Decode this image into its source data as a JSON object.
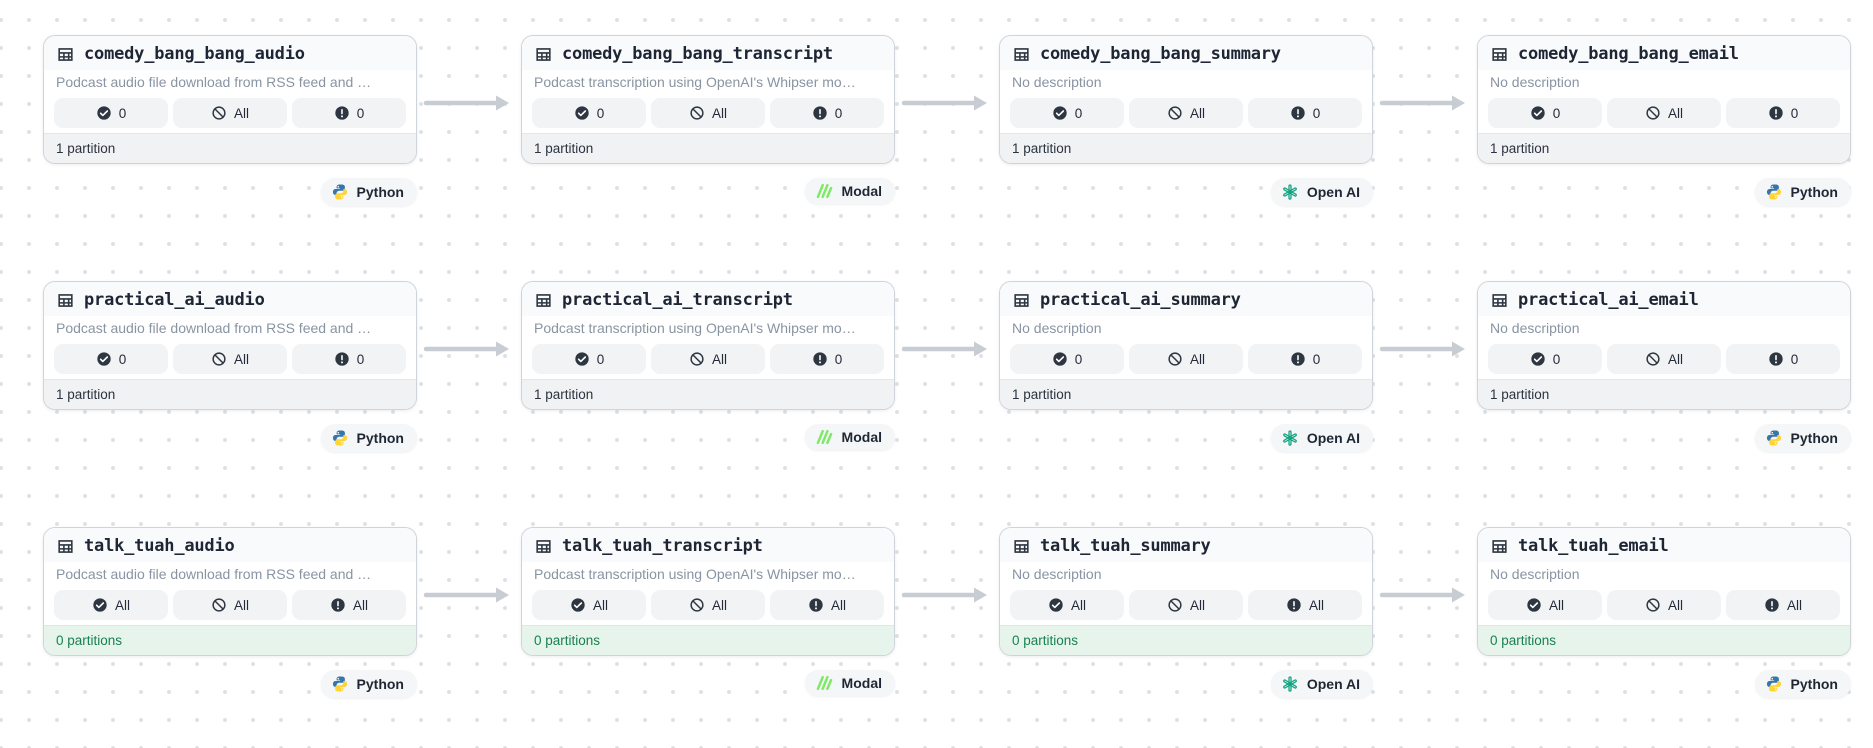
{
  "graph": {
    "nodes": [
      {
        "title": "comedy_bang_bang_audio",
        "description": "Podcast audio file download from RSS feed and …",
        "stats": [
          {
            "icon": "check-circle",
            "value": "0"
          },
          {
            "icon": "slash-circle",
            "value": "All"
          },
          {
            "icon": "alert-circle",
            "value": "0"
          }
        ],
        "footer": "1 partition",
        "footer_state": "default",
        "tag": {
          "icon": "python",
          "label": "Python"
        },
        "row": 0,
        "col": 0
      },
      {
        "title": "comedy_bang_bang_transcript",
        "description": "Podcast transcription using OpenAI's Whipser mo…",
        "stats": [
          {
            "icon": "check-circle",
            "value": "0"
          },
          {
            "icon": "slash-circle",
            "value": "All"
          },
          {
            "icon": "alert-circle",
            "value": "0"
          }
        ],
        "footer": "1 partition",
        "footer_state": "default",
        "tag": {
          "icon": "modal",
          "label": "Modal"
        },
        "row": 0,
        "col": 1
      },
      {
        "title": "comedy_bang_bang_summary",
        "description": "No description",
        "stats": [
          {
            "icon": "check-circle",
            "value": "0"
          },
          {
            "icon": "slash-circle",
            "value": "All"
          },
          {
            "icon": "alert-circle",
            "value": "0"
          }
        ],
        "footer": "1 partition",
        "footer_state": "default",
        "tag": {
          "icon": "openai",
          "label": "Open AI"
        },
        "row": 0,
        "col": 2
      },
      {
        "title": "comedy_bang_bang_email",
        "description": "No description",
        "stats": [
          {
            "icon": "check-circle",
            "value": "0"
          },
          {
            "icon": "slash-circle",
            "value": "All"
          },
          {
            "icon": "alert-circle",
            "value": "0"
          }
        ],
        "footer": "1 partition",
        "footer_state": "default",
        "tag": {
          "icon": "python",
          "label": "Python"
        },
        "row": 0,
        "col": 3
      },
      {
        "title": "practical_ai_audio",
        "description": "Podcast audio file download from RSS feed and …",
        "stats": [
          {
            "icon": "check-circle",
            "value": "0"
          },
          {
            "icon": "slash-circle",
            "value": "All"
          },
          {
            "icon": "alert-circle",
            "value": "0"
          }
        ],
        "footer": "1 partition",
        "footer_state": "default",
        "tag": {
          "icon": "python",
          "label": "Python"
        },
        "row": 1,
        "col": 0
      },
      {
        "title": "practical_ai_transcript",
        "description": "Podcast transcription using OpenAI's Whipser mo…",
        "stats": [
          {
            "icon": "check-circle",
            "value": "0"
          },
          {
            "icon": "slash-circle",
            "value": "All"
          },
          {
            "icon": "alert-circle",
            "value": "0"
          }
        ],
        "footer": "1 partition",
        "footer_state": "default",
        "tag": {
          "icon": "modal",
          "label": "Modal"
        },
        "row": 1,
        "col": 1
      },
      {
        "title": "practical_ai_summary",
        "description": "No description",
        "stats": [
          {
            "icon": "check-circle",
            "value": "0"
          },
          {
            "icon": "slash-circle",
            "value": "All"
          },
          {
            "icon": "alert-circle",
            "value": "0"
          }
        ],
        "footer": "1 partition",
        "footer_state": "default",
        "tag": {
          "icon": "openai",
          "label": "Open AI"
        },
        "row": 1,
        "col": 2
      },
      {
        "title": "practical_ai_email",
        "description": "No description",
        "stats": [
          {
            "icon": "check-circle",
            "value": "0"
          },
          {
            "icon": "slash-circle",
            "value": "All"
          },
          {
            "icon": "alert-circle",
            "value": "0"
          }
        ],
        "footer": "1 partition",
        "footer_state": "default",
        "tag": {
          "icon": "python",
          "label": "Python"
        },
        "row": 1,
        "col": 3
      },
      {
        "title": "talk_tuah_audio",
        "description": "Podcast audio file download from RSS feed and …",
        "stats": [
          {
            "icon": "check-circle",
            "value": "All"
          },
          {
            "icon": "slash-circle",
            "value": "All"
          },
          {
            "icon": "alert-circle",
            "value": "All"
          }
        ],
        "footer": "0 partitions",
        "footer_state": "empty-green",
        "tag": {
          "icon": "python",
          "label": "Python"
        },
        "row": 2,
        "col": 0
      },
      {
        "title": "talk_tuah_transcript",
        "description": "Podcast transcription using OpenAI's Whipser mo…",
        "stats": [
          {
            "icon": "check-circle",
            "value": "All"
          },
          {
            "icon": "slash-circle",
            "value": "All"
          },
          {
            "icon": "alert-circle",
            "value": "All"
          }
        ],
        "footer": "0 partitions",
        "footer_state": "empty-green",
        "tag": {
          "icon": "modal",
          "label": "Modal"
        },
        "row": 2,
        "col": 1
      },
      {
        "title": "talk_tuah_summary",
        "description": "No description",
        "stats": [
          {
            "icon": "check-circle",
            "value": "All"
          },
          {
            "icon": "slash-circle",
            "value": "All"
          },
          {
            "icon": "alert-circle",
            "value": "All"
          }
        ],
        "footer": "0 partitions",
        "footer_state": "empty-green",
        "tag": {
          "icon": "openai",
          "label": "Open AI"
        },
        "row": 2,
        "col": 2
      },
      {
        "title": "talk_tuah_email",
        "description": "No description",
        "stats": [
          {
            "icon": "check-circle",
            "value": "All"
          },
          {
            "icon": "slash-circle",
            "value": "All"
          },
          {
            "icon": "alert-circle",
            "value": "All"
          }
        ],
        "footer": "0 partitions",
        "footer_state": "empty-green",
        "tag": {
          "icon": "python",
          "label": "Python"
        },
        "row": 2,
        "col": 3
      }
    ],
    "edges": [
      [
        0,
        1
      ],
      [
        1,
        2
      ],
      [
        2,
        3
      ],
      [
        4,
        5
      ],
      [
        5,
        6
      ],
      [
        6,
        7
      ],
      [
        8,
        9
      ],
      [
        9,
        10
      ],
      [
        10,
        11
      ]
    ]
  },
  "colors": {
    "edge": "#C8CDD4",
    "card_border": "#CFD4DB",
    "dot": "#DEE0E5",
    "footer_green_bg": "#E7F4EC",
    "footer_green_text": "#17824D",
    "title_color": "#1E2635",
    "desc_color": "#8994A3",
    "python_blue": "#3776AB",
    "python_yellow": "#FFD43B",
    "modal_green": "#7EE964",
    "openai_green": "#10A37F",
    "stat_icon_dark": "#2E3642"
  }
}
